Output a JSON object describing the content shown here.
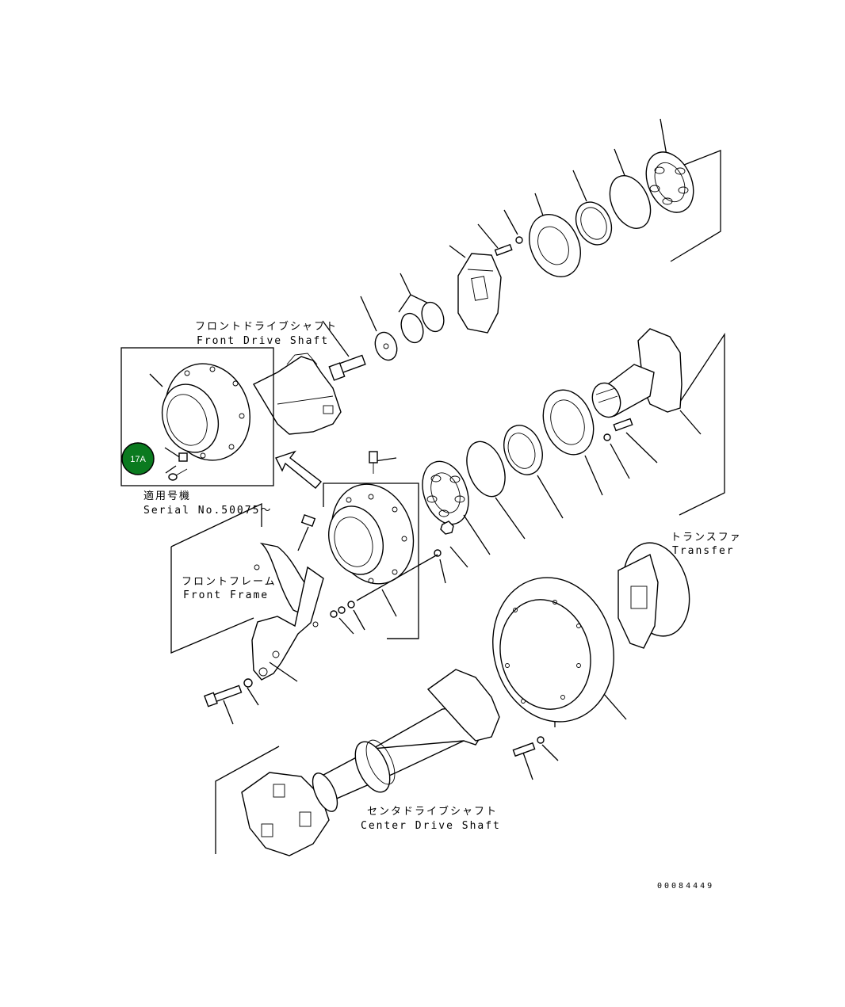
{
  "labels": {
    "front_drive_shaft_jp": "フロントドライブシャフト",
    "front_drive_shaft_en": "Front Drive Shaft",
    "applicable_jp": "適用号機",
    "serial_no": "Serial No.50075～",
    "front_frame_jp": "フロントフレーム",
    "front_frame_en": "Front Frame",
    "transfer_jp": "トランスファ",
    "transfer_en": "Transfer",
    "center_drive_shaft_jp": "センタドライブシャフト",
    "center_drive_shaft_en": "Center Drive Shaft",
    "drawing_number": "00084449"
  },
  "callout": {
    "label": "17A",
    "color": "#0a7a1f"
  }
}
